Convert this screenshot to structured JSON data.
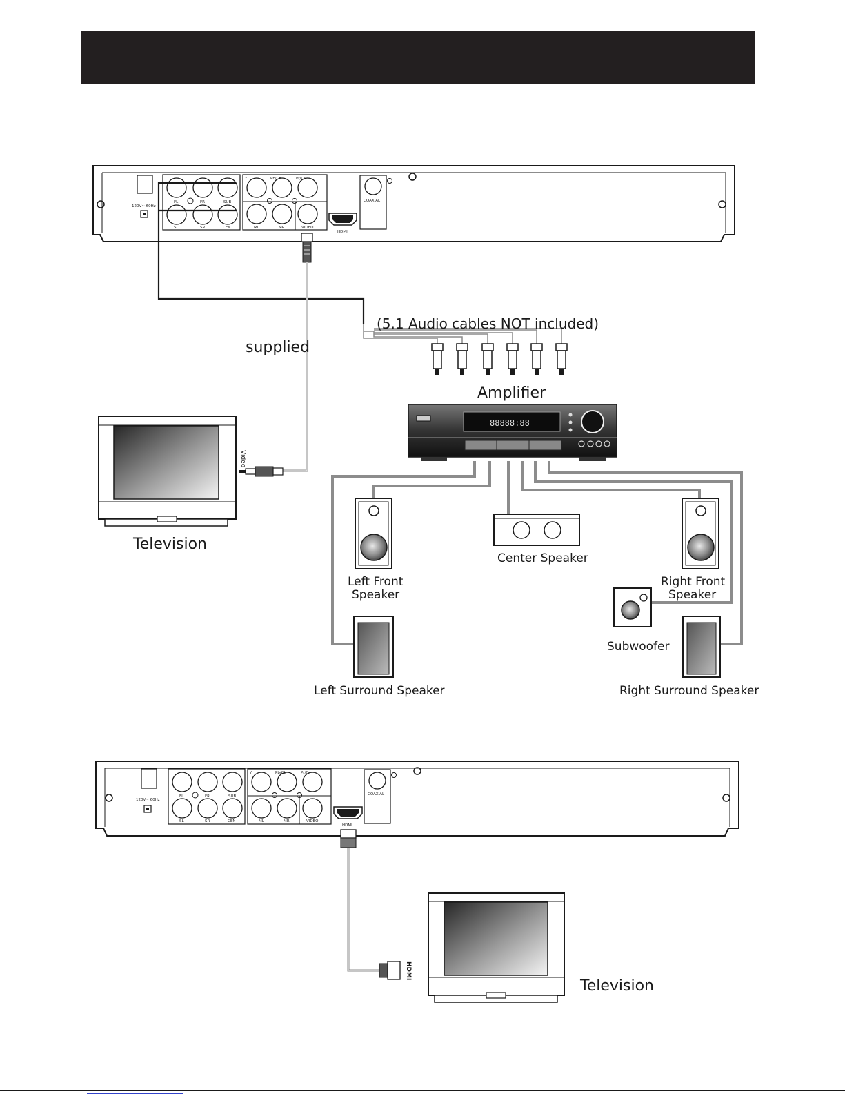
{
  "header_band": {
    "color": "#231f20"
  },
  "labels": {
    "cables_note": "(5.1 Audio cables NOT included)",
    "supplied": "supplied",
    "amplifier": "Amplifier",
    "television_top": "Television",
    "video_jack": "Video",
    "left_front": [
      "Left Front",
      "Speaker"
    ],
    "center": "Center Speaker",
    "right_front": [
      "Right Front",
      "Speaker"
    ],
    "subwoofer": "Subwoofer",
    "left_surround": "Left Surround Speaker",
    "right_surround": "Right Surround Speaker",
    "hdmi_jack": "HDMI",
    "television_bottom": "Television",
    "amp_display": "88888:88"
  },
  "player_panel": {
    "power": "120V~ 60Hz",
    "audio_top": [
      "FL",
      "FR",
      "SUB"
    ],
    "audio_bottom": [
      "SL",
      "SR",
      "CEN"
    ],
    "component": [
      "Y",
      "Pb/Cb",
      "Pr/Cr"
    ],
    "analog_bottom": [
      "ML",
      "MR",
      "VIDEO"
    ],
    "hdmi": "HDMI",
    "coaxial": "COAXIAL"
  },
  "colors": {
    "cable_gray": "#8c8c8c",
    "line_black": "#1a1a1a",
    "screen_dark": "#2b2b2b",
    "screen_light": "#f2f2f2"
  }
}
